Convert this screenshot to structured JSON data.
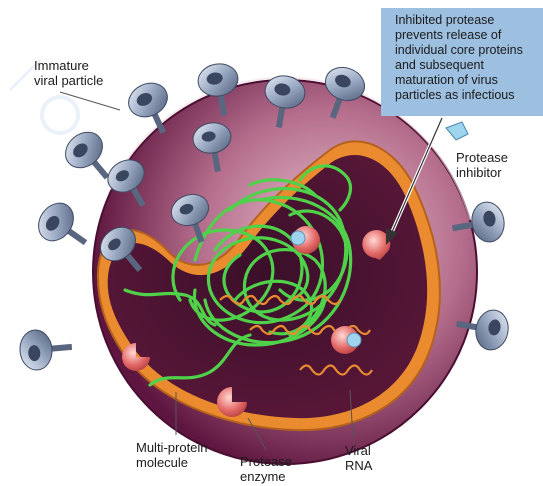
{
  "labels": {
    "immature": "Immature\nviral particle",
    "callout": "Inhibited protease\nprevents release of\nindividual core proteins\nand subsequent\nmaturation of virus\nparticles as infectious",
    "inhibitor": "Protease\ninhibitor",
    "multiprotein": "Multi-protein\nmolecule",
    "enzyme": "Protease\nenzyme",
    "rna": "Viral\nRNA"
  },
  "colors": {
    "envelope_outer": "#8a2d63",
    "envelope_inner": "#c896a8",
    "capsid_rim": "#e98b2e",
    "interior": "#741a45",
    "rna_green": "#4fd24a",
    "protease_pink": "#e46d6b",
    "inhibitor_blue": "#9fd4ee",
    "callout_bg": "#9dbfe0",
    "glycoprotein": "#8e9eb8"
  }
}
